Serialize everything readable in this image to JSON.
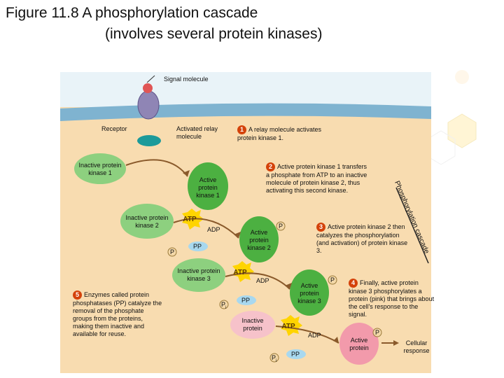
{
  "title": {
    "line1": "Figure 11.8 A phosphorylation cascade",
    "line2": "(involves several protein kinases)"
  },
  "labels": {
    "signal_molecule": "Signal molecule",
    "receptor": "Receptor",
    "activated_relay": "Activated relay molecule",
    "inactive_pk1": "Inactive protein kinase 1",
    "active_pk1": "Active protein kinase 1",
    "inactive_pk2": "Inactive protein kinase 2",
    "active_pk2": "Active protein kinase 2",
    "inactive_pk3": "Inactive protein kinase 3",
    "active_pk3": "Active protein kinase 3",
    "inactive_protein": "Inactive protein",
    "active_protein": "Active protein",
    "cellular_response": "Cellular response",
    "cascade_text": "Phosphorylation cascade",
    "atp": "ATP",
    "adp": "ADP",
    "pp": "PP",
    "p": "P",
    "pi": "P",
    "pi_sub": "i"
  },
  "steps": [
    {
      "num": "1",
      "text": "A relay molecule activates protein kinase 1."
    },
    {
      "num": "2",
      "text": "Active protein kinase 1 transfers a phosphate from ATP to an inactive molecule of protein kinase 2, thus activating this second kinase."
    },
    {
      "num": "3",
      "text": "Active protein kinase 2 then catalyzes the phosphorylation (and activation) of protein kinase 3."
    },
    {
      "num": "4",
      "text": "Finally, active protein kinase 3 phosphorylates a protein (pink) that brings about the cell's response to the signal."
    },
    {
      "num": "5",
      "text": "Enzymes called protein phosphatases (PP) catalyze the removal of the phosphate groups from the proteins, making them inactive and available for reuse."
    }
  ],
  "colors": {
    "cytoplasm": "#f8dcb0",
    "membrane": "#7fb3d0",
    "kinase_green": "#66c257",
    "protein_pink": "#f4a9b4",
    "atp_yellow": "#ffd400",
    "step_badge": "#d4420a"
  }
}
